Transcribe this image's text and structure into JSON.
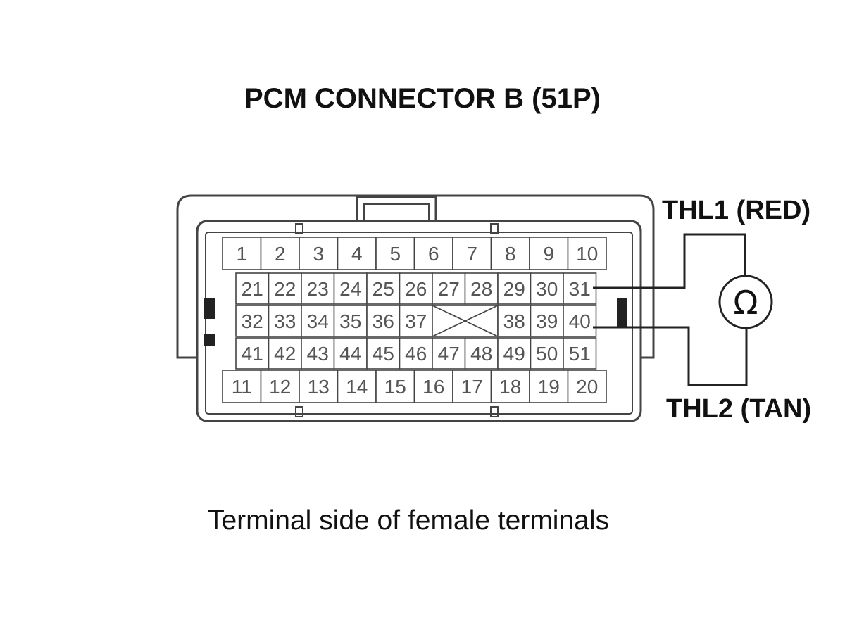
{
  "title": "PCM CONNECTOR B (51P)",
  "caption": "Terminal side of female terminals",
  "probes": {
    "thl1": {
      "label": "THL1 (RED)",
      "terminal": "31"
    },
    "thl2": {
      "label": "THL2 (TAN)",
      "terminal": "40"
    }
  },
  "meter": {
    "symbol": "Ω",
    "icon": "ohmmeter-icon"
  },
  "connector": {
    "rows": [
      [
        "1",
        "2",
        "3",
        "4",
        "5",
        "6",
        "7",
        "8",
        "9",
        "10"
      ],
      [
        "21",
        "22",
        "23",
        "24",
        "25",
        "26",
        "27",
        "28",
        "29",
        "30",
        "31"
      ],
      [
        "32",
        "33",
        "34",
        "35",
        "36",
        "37",
        "",
        "38",
        "39",
        "40"
      ],
      [
        "41",
        "42",
        "43",
        "44",
        "45",
        "46",
        "47",
        "48",
        "49",
        "50",
        "51"
      ],
      [
        "11",
        "12",
        "13",
        "14",
        "15",
        "16",
        "17",
        "18",
        "19",
        "20"
      ]
    ],
    "blank_cell": "37-38 gap (no terminal)"
  }
}
